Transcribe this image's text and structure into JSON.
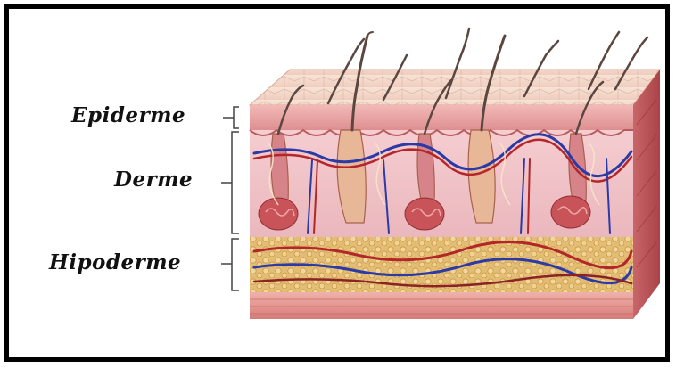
{
  "labels": {
    "epidermis": "Epiderme",
    "dermis": "Derme",
    "hypodermis": "Hipoderme"
  },
  "colors": {
    "frame": "#000000",
    "epidermis_top": "#f3d6c6",
    "epidermis": "#e7a4a3",
    "dermis": "#f2c4c8",
    "hypodermis": "#e2bb72",
    "muscle": "#e28f8a",
    "vein": "#2c3aa6",
    "artery": "#b3262a",
    "hair": "#5b4740",
    "gland": "#c24b4f"
  },
  "icons": {
    "illustration": "skin-cross-section-illustration"
  }
}
